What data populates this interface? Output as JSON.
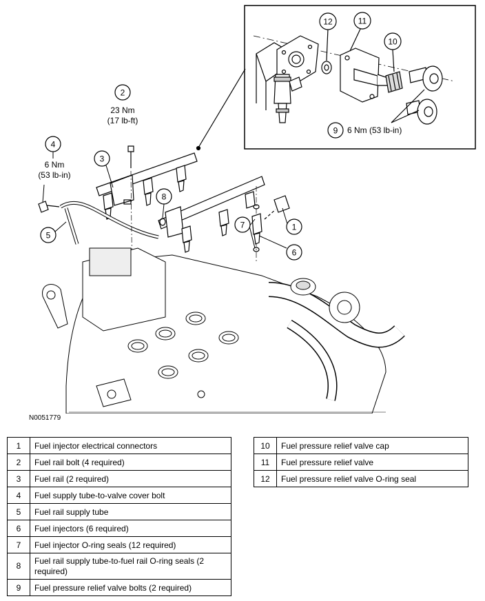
{
  "figure_id": "N0051779",
  "callouts": {
    "c1": "1",
    "c2": "2",
    "c3": "3",
    "c4": "4",
    "c5": "5",
    "c6": "6",
    "c7": "7",
    "c8": "8",
    "c9": "9",
    "c10": "10",
    "c11": "11",
    "c12": "12"
  },
  "torques": {
    "t2_nm": "23 Nm",
    "t2_lbft": "(17 lb-ft)",
    "t4_nm": "6 Nm",
    "t4_lbin": "(53 lb-in)",
    "t9": "6 Nm (53 lb-in)"
  },
  "legend_left": [
    {
      "num": "1",
      "desc": "Fuel injector electrical connectors"
    },
    {
      "num": "2",
      "desc": "Fuel rail bolt (4 required)"
    },
    {
      "num": "3",
      "desc": "Fuel rail (2 required)"
    },
    {
      "num": "4",
      "desc": "Fuel supply tube-to-valve cover bolt"
    },
    {
      "num": "5",
      "desc": "Fuel rail supply tube"
    },
    {
      "num": "6",
      "desc": "Fuel injectors (6 required)"
    },
    {
      "num": "7",
      "desc": "Fuel injector O-ring seals (12 required)"
    },
    {
      "num": "8",
      "desc": "Fuel rail supply tube-to-fuel rail O-ring seals (2 required)"
    },
    {
      "num": "9",
      "desc": "Fuel pressure relief valve bolts (2 required)"
    }
  ],
  "legend_right": [
    {
      "num": "10",
      "desc": "Fuel pressure relief valve cap"
    },
    {
      "num": "11",
      "desc": "Fuel pressure relief valve"
    },
    {
      "num": "12",
      "desc": "Fuel pressure relief valve O-ring seal"
    }
  ]
}
